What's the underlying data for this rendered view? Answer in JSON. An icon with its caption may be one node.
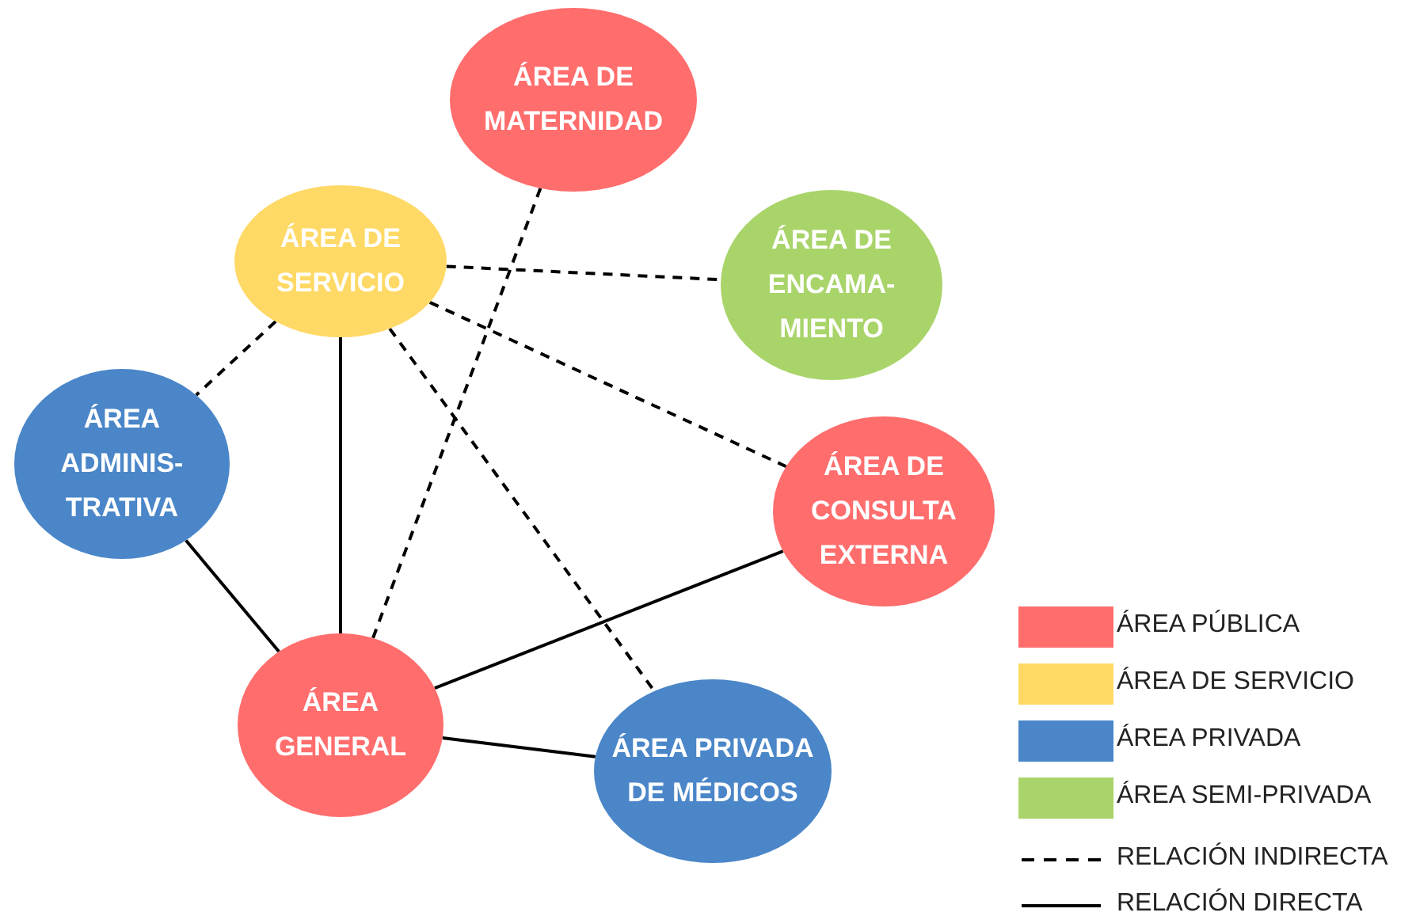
{
  "diagram": {
    "nodes": [
      {
        "text": [
          "ÁREA DE MATERNIDAD"
        ]
      },
      {
        "text": [
          "ÁREA DE SERVICIO"
        ]
      },
      {
        "text": [
          "ÁREA DE ENCAMA-MIENTO"
        ]
      },
      {
        "text": [
          "ÁREA ADMINIS-TRATIVA"
        ]
      },
      {
        "text": [
          "ÁREA DE CONSULTA EXTERNA"
        ]
      },
      {
        "text": [
          "ÁREA GENERAL"
        ]
      },
      {
        "text": [
          "ÁREA PRIVADA DE MÉDICOS"
        ]
      }
    ],
    "edges": [
      {
        "from": 1,
        "to": 2,
        "arrow": "none",
        "style": "dashed"
      },
      {
        "from": 1,
        "to": 3,
        "arrow": "none",
        "style": "dashed"
      },
      {
        "from": 1,
        "to": 4,
        "arrow": "none",
        "style": "dashed"
      },
      {
        "from": 1,
        "to": 6,
        "arrow": "none",
        "style": "dashed"
      },
      {
        "from": 0,
        "to": 5,
        "arrow": "none",
        "style": "dashed"
      },
      {
        "from": 1,
        "to": 5,
        "arrow": "none"
      },
      {
        "from": 3,
        "to": 5,
        "arrow": "none"
      },
      {
        "from": 5,
        "to": 4,
        "arrow": "none"
      },
      {
        "from": 5,
        "to": 6,
        "arrow": "none"
      }
    ],
    "legend": [
      {
        "text": "ÁREA PÚBLICA",
        "color": "#ff6d6d"
      },
      {
        "text": "ÁREA DE SERVICIO",
        "color": "#ffd966"
      },
      {
        "text": "ÁREA PRIVADA",
        "color": "#4a86c8"
      },
      {
        "text": "ÁREA SEMI-PRIVADA",
        "color": "#a9d46a"
      },
      {
        "text": "RELACIÓN INDIRECTA"
      },
      {
        "text": "RELACIÓN DIRECTA"
      }
    ]
  }
}
